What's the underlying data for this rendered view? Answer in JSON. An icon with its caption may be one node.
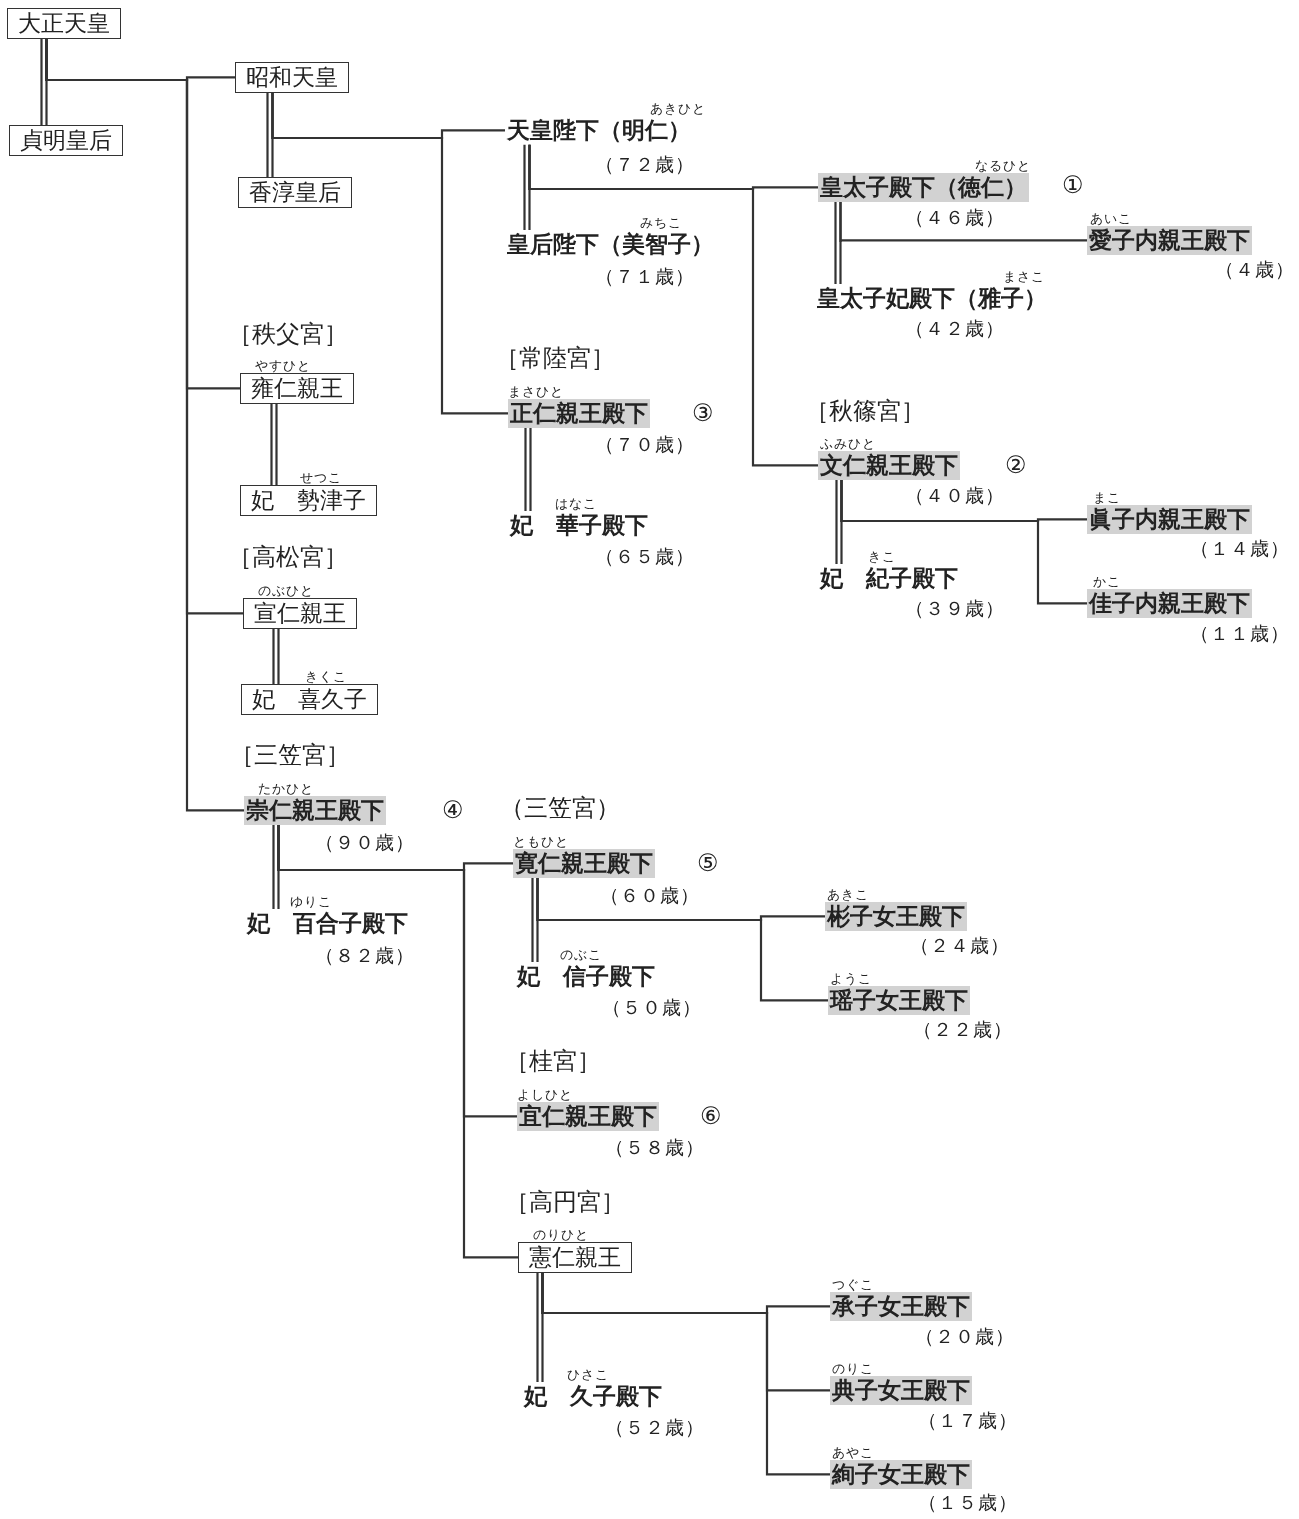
{
  "diagram": {
    "nodes": [
      {
        "text": [
          "大正天皇"
        ]
      },
      {
        "text": [
          "貞明皇后"
        ]
      },
      {
        "text": [
          "昭和天皇"
        ]
      },
      {
        "text": [
          "香淳皇后"
        ]
      },
      {
        "text": [
          "あきひと",
          "天皇陛下（明仁）"
        ],
        "beside": [
          "（７２歳）"
        ]
      },
      {
        "text": [
          "みちこ",
          "皇后陛下（美智子）"
        ],
        "beside": [
          "（７１歳）"
        ]
      },
      {
        "text": [
          "なるひと",
          "皇太子殿下（徳仁）"
        ],
        "beside": [
          "①",
          "（４６歳）"
        ]
      },
      {
        "text": [
          "まさこ",
          "皇太子妃殿下（雅子）"
        ],
        "beside": [
          "（４２歳）"
        ]
      },
      {
        "text": [
          "あいこ",
          "愛子内親王殿下"
        ],
        "beside": [
          "（４歳）"
        ]
      },
      {
        "text": [
          "ふみひと",
          "文仁親王殿下"
        ],
        "beside": [
          "②",
          "（４０歳）"
        ]
      },
      {
        "text": [
          "きこ",
          "妃　紀子殿下"
        ],
        "beside": [
          "（３９歳）"
        ]
      },
      {
        "text": [
          "まこ",
          "眞子内親王殿下"
        ],
        "beside": [
          "（１４歳）"
        ]
      },
      {
        "text": [
          "かこ",
          "佳子内親王殿下"
        ],
        "beside": [
          "（１１歳）"
        ]
      },
      {
        "text": [
          "まさひと",
          "正仁親王殿下"
        ],
        "beside": [
          "③",
          "（７０歳）"
        ]
      },
      {
        "text": [
          "はなこ",
          "妃　華子殿下"
        ],
        "beside": [
          "（６５歳）"
        ]
      },
      {
        "text": [
          "やすひと",
          "雍仁親王"
        ]
      },
      {
        "text": [
          "せつこ",
          "妃　勢津子"
        ]
      },
      {
        "text": [
          "のぶひと",
          "宣仁親王"
        ]
      },
      {
        "text": [
          "きくこ",
          "妃　喜久子"
        ]
      },
      {
        "text": [
          "たかひと",
          "崇仁親王殿下"
        ],
        "beside": [
          "④",
          "（９０歳）"
        ]
      },
      {
        "text": [
          "ゆりこ",
          "妃　百合子殿下"
        ],
        "beside": [
          "（８２歳）"
        ]
      },
      {
        "text": [
          "ともひと",
          "寛仁親王殿下"
        ],
        "beside": [
          "⑤",
          "（６０歳）"
        ]
      },
      {
        "text": [
          "のぶこ",
          "妃　信子殿下"
        ],
        "beside": [
          "（５０歳）"
        ]
      },
      {
        "text": [
          "あきこ",
          "彬子女王殿下"
        ],
        "beside": [
          "（２４歳）"
        ]
      },
      {
        "text": [
          "ようこ",
          "瑶子女王殿下"
        ],
        "beside": [
          "（２２歳）"
        ]
      },
      {
        "text": [
          "よしひと",
          "宜仁親王殿下"
        ],
        "beside": [
          "⑥",
          "（５８歳）"
        ]
      },
      {
        "text": [
          "のりひと",
          "憲仁親王"
        ]
      },
      {
        "text": [
          "ひさこ",
          "妃　久子殿下"
        ],
        "beside": [
          "（５２歳）"
        ]
      },
      {
        "text": [
          "つぐこ",
          "承子女王殿下"
        ],
        "beside": [
          "（２０歳）"
        ]
      },
      {
        "text": [
          "のりこ",
          "典子女王殿下"
        ],
        "beside": [
          "（１７歳）"
        ]
      },
      {
        "text": [
          "あやこ",
          "絢子女王殿下"
        ],
        "beside": [
          "（１５歳）"
        ]
      }
    ],
    "edges": [
      {
        "from": 0,
        "to": 1,
        "arrow": "none"
      },
      {
        "from": 0,
        "to": 2,
        "arrow": "none"
      },
      {
        "from": 0,
        "to": 15,
        "arrow": "none"
      },
      {
        "from": 0,
        "to": 17,
        "arrow": "none"
      },
      {
        "from": 0,
        "to": 19,
        "arrow": "none"
      },
      {
        "from": 2,
        "to": 3,
        "arrow": "none"
      },
      {
        "from": 2,
        "to": 4,
        "arrow": "none"
      },
      {
        "from": 2,
        "to": 13,
        "arrow": "none"
      },
      {
        "from": 4,
        "to": 5,
        "arrow": "none"
      },
      {
        "from": 4,
        "to": 6,
        "arrow": "none"
      },
      {
        "from": 4,
        "to": 9,
        "arrow": "none"
      },
      {
        "from": 6,
        "to": 7,
        "arrow": "none"
      },
      {
        "from": 6,
        "to": 8,
        "arrow": "none"
      },
      {
        "from": 9,
        "to": 10,
        "arrow": "none"
      },
      {
        "from": 9,
        "to": 11,
        "arrow": "none"
      },
      {
        "from": 9,
        "to": 12,
        "arrow": "none"
      },
      {
        "from": 13,
        "to": 14,
        "arrow": "none"
      },
      {
        "from": 15,
        "to": 16,
        "arrow": "none"
      },
      {
        "from": 17,
        "to": 18,
        "arrow": "none"
      },
      {
        "from": 19,
        "to": 20,
        "arrow": "none"
      },
      {
        "from": 19,
        "to": 21,
        "arrow": "none"
      },
      {
        "from": 19,
        "to": 25,
        "arrow": "none"
      },
      {
        "from": 19,
        "to": 26,
        "arrow": "none"
      },
      {
        "from": 21,
        "to": 22,
        "arrow": "none"
      },
      {
        "from": 21,
        "to": 23,
        "arrow": "none"
      },
      {
        "from": 21,
        "to": 24,
        "arrow": "none"
      },
      {
        "from": 26,
        "to": 27,
        "arrow": "none"
      },
      {
        "from": 26,
        "to": 28,
        "arrow": "none"
      },
      {
        "from": 26,
        "to": 29,
        "arrow": "none"
      },
      {
        "from": 26,
        "to": 30,
        "arrow": "none"
      }
    ],
    "labels": [
      "［秩父宮］",
      "［常陸宮］",
      "［秋篠宮］",
      "［高松宮］",
      "［三笠宮］",
      "（三笠宮）",
      "［桂宮］",
      "［高円宮］"
    ]
  }
}
